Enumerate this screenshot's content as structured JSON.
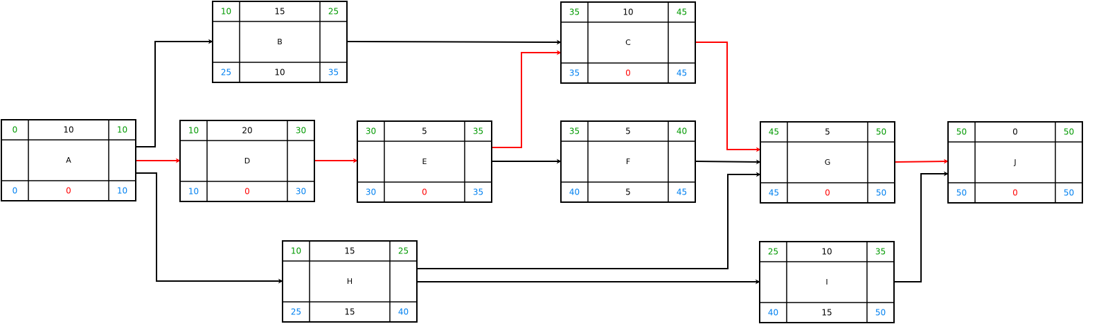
{
  "colors": {
    "early": "#009900",
    "late": "#0080f0",
    "critical": "#ff0000",
    "normal": "#000000"
  },
  "nodes": [
    {
      "id": "A",
      "name": "A",
      "es": "0",
      "duration": "10",
      "ef": "10",
      "ls": "0",
      "slack": "0",
      "lf": "10",
      "critical": true
    },
    {
      "id": "B",
      "name": "B",
      "es": "10",
      "duration": "15",
      "ef": "25",
      "ls": "25",
      "slack": "10",
      "lf": "35",
      "critical": false
    },
    {
      "id": "C",
      "name": "C",
      "es": "35",
      "duration": "10",
      "ef": "45",
      "ls": "35",
      "slack": "0",
      "lf": "45",
      "critical": true
    },
    {
      "id": "D",
      "name": "D",
      "es": "10",
      "duration": "20",
      "ef": "30",
      "ls": "10",
      "slack": "0",
      "lf": "30",
      "critical": true
    },
    {
      "id": "E",
      "name": "E",
      "es": "30",
      "duration": "5",
      "ef": "35",
      "ls": "30",
      "slack": "0",
      "lf": "35",
      "critical": true
    },
    {
      "id": "F",
      "name": "F",
      "es": "35",
      "duration": "5",
      "ef": "40",
      "ls": "40",
      "slack": "5",
      "lf": "45",
      "critical": false
    },
    {
      "id": "G",
      "name": "G",
      "es": "45",
      "duration": "5",
      "ef": "50",
      "ls": "45",
      "slack": "0",
      "lf": "50",
      "critical": true
    },
    {
      "id": "J",
      "name": "J",
      "es": "50",
      "duration": "0",
      "ef": "50",
      "ls": "50",
      "slack": "0",
      "lf": "50",
      "critical": true
    },
    {
      "id": "H",
      "name": "H",
      "es": "10",
      "duration": "15",
      "ef": "25",
      "ls": "25",
      "slack": "15",
      "lf": "40",
      "critical": false
    },
    {
      "id": "I",
      "name": "I",
      "es": "25",
      "duration": "10",
      "ef": "35",
      "ls": "40",
      "slack": "15",
      "lf": "50",
      "critical": false
    }
  ],
  "edges": [
    {
      "from": "A",
      "to": "B",
      "critical": false
    },
    {
      "from": "A",
      "to": "D",
      "critical": true
    },
    {
      "from": "A",
      "to": "H",
      "critical": false
    },
    {
      "from": "B",
      "to": "C",
      "critical": false
    },
    {
      "from": "D",
      "to": "E",
      "critical": true
    },
    {
      "from": "E",
      "to": "C",
      "critical": true
    },
    {
      "from": "E",
      "to": "F",
      "critical": false
    },
    {
      "from": "C",
      "to": "G",
      "critical": true
    },
    {
      "from": "F",
      "to": "G",
      "critical": false
    },
    {
      "from": "H",
      "to": "G",
      "critical": false
    },
    {
      "from": "H",
      "to": "I",
      "critical": false
    },
    {
      "from": "G",
      "to": "J",
      "critical": true
    },
    {
      "from": "I",
      "to": "J",
      "critical": false
    }
  ]
}
